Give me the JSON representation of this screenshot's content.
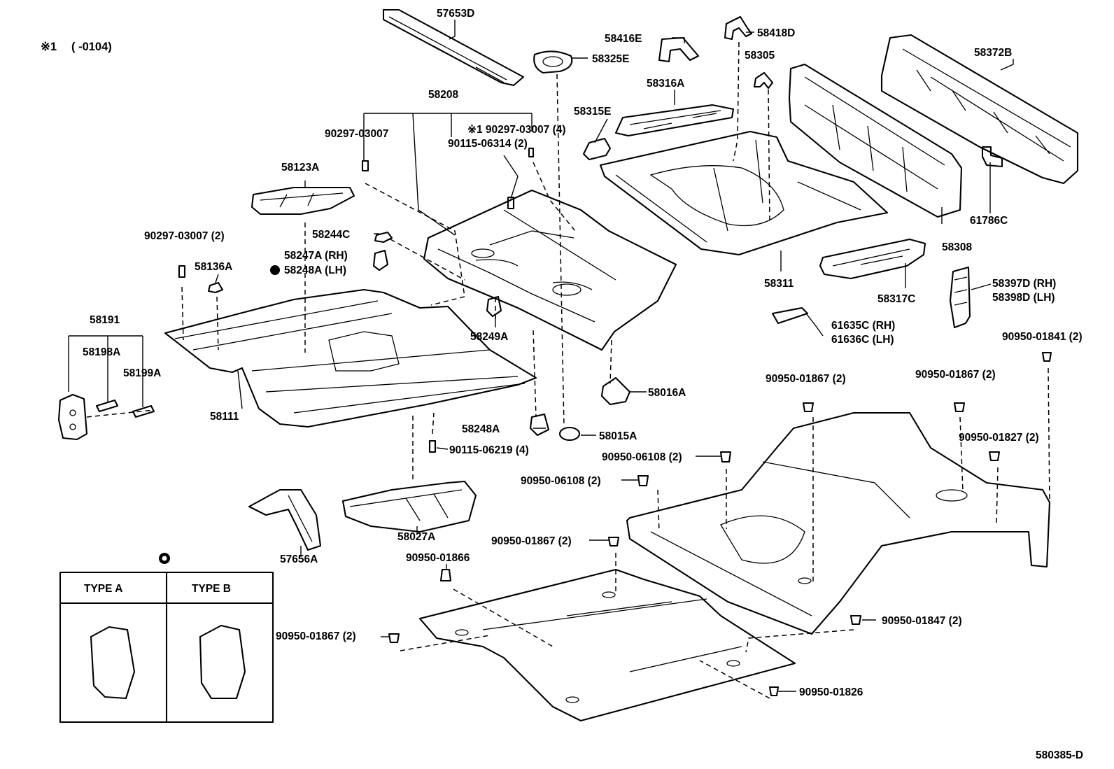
{
  "note": {
    "marker": "※1",
    "text": "( -0104)"
  },
  "diagram_code": "580385-D",
  "legend": {
    "circle_symbol": "●",
    "type_a": "TYPE A",
    "type_b": "TYPE B"
  },
  "labels": {
    "p57653D": "57653D",
    "p58416E": "58416E",
    "p58418D": "58418D",
    "p58325E": "58325E",
    "p58305": "58305",
    "p58372B": "58372B",
    "p58316A": "58316A",
    "p58208": "58208",
    "p58315E": "58315E",
    "p90297_03007": "90297-03007",
    "p90297_03007_4": "※1 90297-03007 (4)",
    "p90115_06314": "90115-06314 (2)",
    "p58123A": "58123A",
    "p61786C": "61786C",
    "p58308": "58308",
    "p90297_03007_2": "90297-03007 (2)",
    "p58244C": "58244C",
    "p58247A": "58247A (RH)",
    "p58248A_LH": "58248A (LH)",
    "p58136A": "58136A",
    "p58311": "58311",
    "p58317C": "58317C",
    "p58397D": "58397D (RH)",
    "p58398D": "58398D (LH)",
    "p58191": "58191",
    "p58249A": "58249A",
    "p61635C": "61635C (RH)",
    "p61636C": "61636C (LH)",
    "p58198A": "58198A",
    "p58199A": "58199A",
    "p90950_01841": "90950-01841 (2)",
    "p90950_01867_a": "90950-01867 (2)",
    "p90950_01867_b": "90950-01867 (2)",
    "p58016A": "58016A",
    "p58111": "58111",
    "p58248A": "58248A",
    "p58015A": "58015A",
    "p90950_01827": "90950-01827 (2)",
    "p90115_06219": "90115-06219 (4)",
    "p90950_06108_a": "90950-06108 (2)",
    "p90950_06108_b": "90950-06108 (2)",
    "p58027A": "58027A",
    "p57656A": "57656A",
    "p90950_01867_c": "90950-01867 (2)",
    "p90950_01866": "90950-01866",
    "p90950_01867_d": "90950-01867 (2)",
    "p90950_01847": "90950-01847 (2)",
    "p90950_01826": "90950-01826"
  }
}
